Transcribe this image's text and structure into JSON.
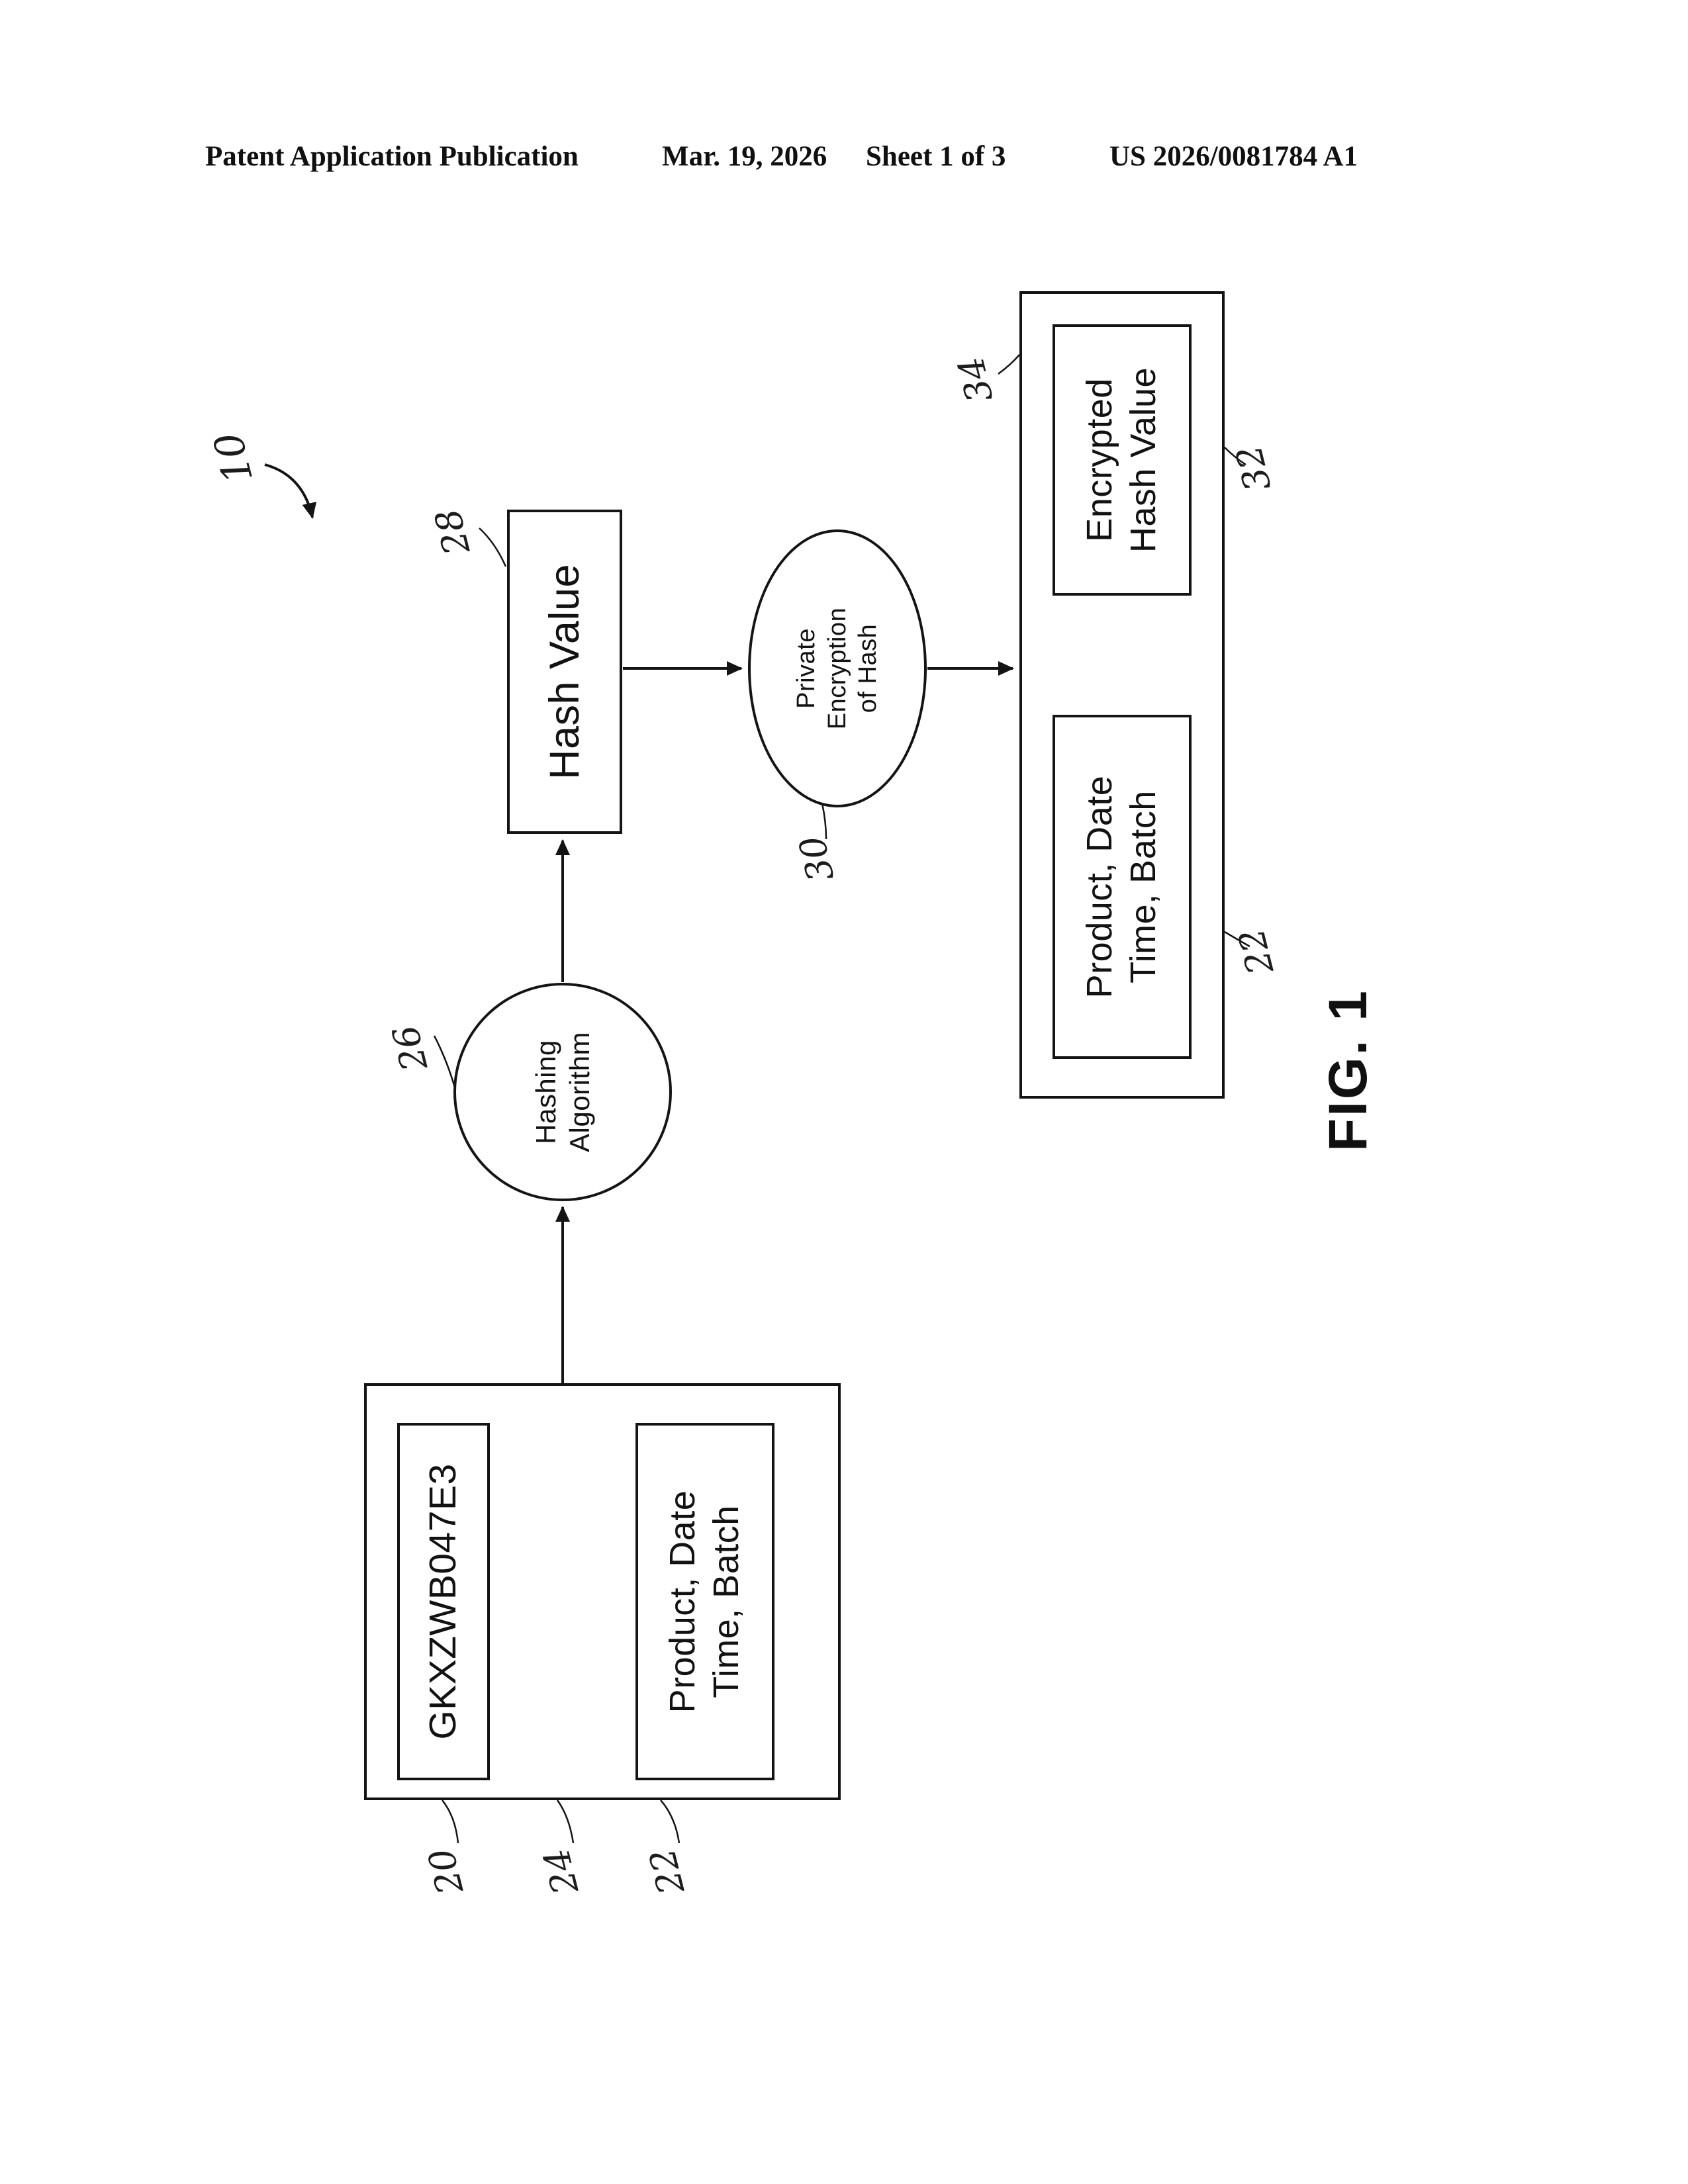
{
  "header": {
    "publication": "Patent Application Publication",
    "date": "Mar. 19, 2026",
    "sheet": "Sheet 1 of 3",
    "patent_number": "US 2026/0081784 A1"
  },
  "figure": {
    "label": "FIG. 1",
    "refs": {
      "system": "10",
      "serial": "20",
      "metadata": "22",
      "plus": "24",
      "hashing": "26",
      "hash_value": "28",
      "encryption": "30",
      "encrypted_hash": "32",
      "output": "34"
    },
    "nodes": {
      "serial": "GKXZWB047E3",
      "metadata_line1": "Product, Date",
      "metadata_line2": "Time, Batch",
      "hashing_line1": "Hashing",
      "hashing_line2": "Algorithm",
      "hash_value": "Hash Value",
      "encryption_line1": "Private",
      "encryption_line2": "Encryption",
      "encryption_line3": "of Hash",
      "encrypted_line1": "Encrypted",
      "encrypted_line2": "Hash Value"
    }
  }
}
